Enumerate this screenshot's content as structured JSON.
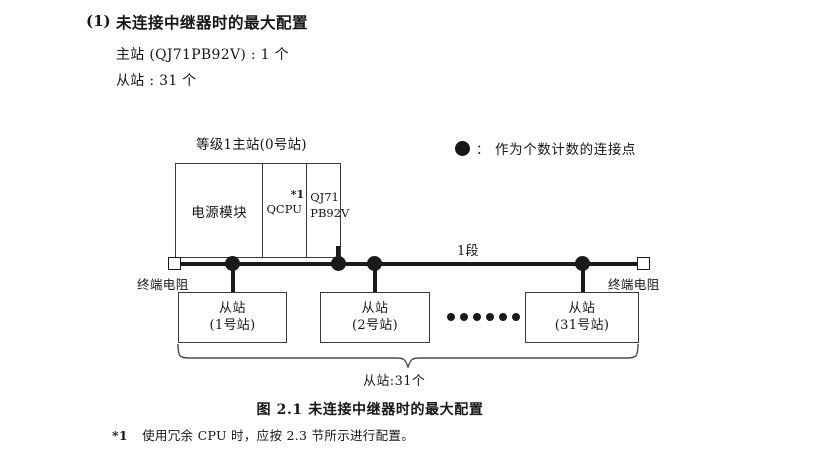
{
  "heading": {
    "number": "(1)",
    "title": "未连接中继器时的最大配置",
    "spec_master": "主站 (QJ71PB92V) : 1 个",
    "spec_slave": "从站 : 31 个"
  },
  "legend": {
    "symbol": "filled-circle",
    "colon": "：",
    "text": "作为个数计数的连接点"
  },
  "diagram": {
    "master_station_label": "等级1主站(0号站)",
    "rack": {
      "power_module": "电源模块",
      "cpu_module": "QCPU",
      "cpu_footnote_mark": "*1",
      "master_module_line1": "QJ71",
      "master_module_line2": "PB92V"
    },
    "segment_label": "1段",
    "terminator_left": "终端电阻",
    "terminator_right": "终端电阻",
    "slaves": [
      {
        "name": "从站",
        "station": "(1号站)"
      },
      {
        "name": "从站",
        "station": "(2号站)"
      },
      {
        "name": "从站",
        "station": "(31号站)"
      }
    ],
    "ellipsis_count": 6,
    "brace_label": "从站:31个"
  },
  "caption": "图 2.1  未连接中继器时的最大配置",
  "footnote": {
    "mark": "*1",
    "text": "使用冗余 CPU 时，应按 2.3 节所示进行配置。"
  },
  "colors": {
    "ink": "#161616",
    "line": "#1a1a1a",
    "box_border": "#3a3a3a",
    "background": "#ffffff"
  }
}
